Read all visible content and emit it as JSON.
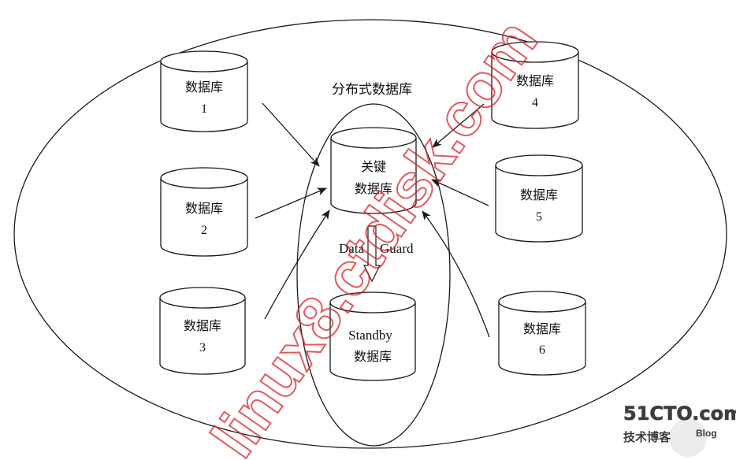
{
  "diagram": {
    "title": "分布式数据库",
    "databases": [
      {
        "label": "数据库",
        "number": "1"
      },
      {
        "label": "数据库",
        "number": "2"
      },
      {
        "label": "数据库",
        "number": "3"
      },
      {
        "label": "数据库",
        "number": "4"
      },
      {
        "label": "数据库",
        "number": "5"
      },
      {
        "label": "数据库",
        "number": "6"
      }
    ],
    "key_db": {
      "line1": "关键",
      "line2": "数据库"
    },
    "standby_db": {
      "line1": "Standby",
      "line2": "数据库"
    },
    "data_guard": {
      "word1": "Data",
      "word2": "Guard"
    },
    "colors": {
      "line": "#1a1a1a",
      "watermark": "#d8242b",
      "logo": "#3c3c3c"
    }
  },
  "watermark": {
    "text": "linux8.ctdisk.com"
  },
  "logo": {
    "brand": "51CTO.com",
    "subtitle": "技术博客",
    "blog": "Blog"
  }
}
